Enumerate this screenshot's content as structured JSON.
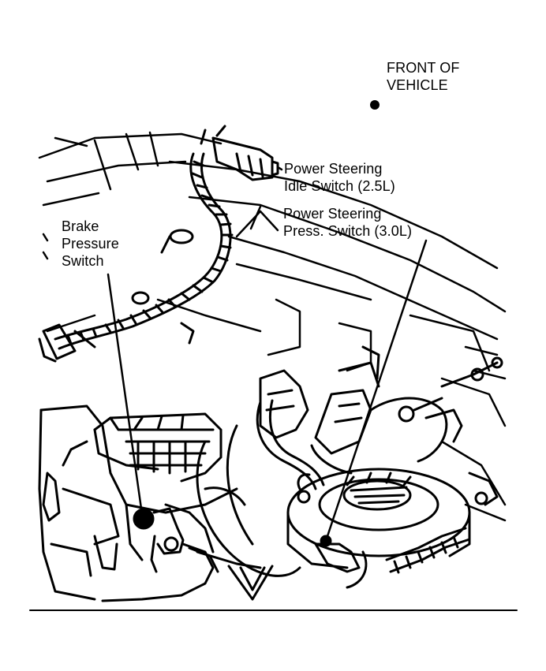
{
  "labels": {
    "front_of_vehicle": [
      "FRONT OF",
      "VEHICLE"
    ],
    "power_steering_idle_switch": [
      "Power Steering",
      "Idle Switch (2.5L)"
    ],
    "power_steering_press_switch": [
      "Power Steering",
      "Press. Switch (3.0L)"
    ],
    "brake_pressure_switch": [
      "Brake",
      "Pressure",
      "Switch"
    ]
  },
  "colors": {
    "ink": "#000000",
    "paper": "#ffffff"
  }
}
